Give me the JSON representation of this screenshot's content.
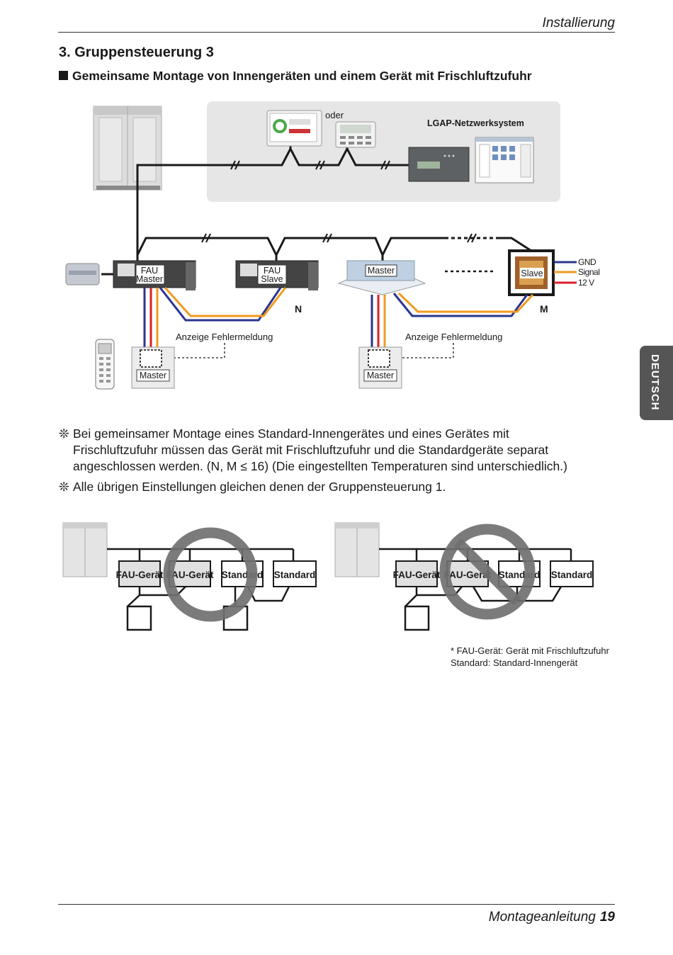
{
  "header": {
    "title": "Installierung"
  },
  "section": {
    "title": "3. Gruppensteuerung 3",
    "subtitle": "Gemeinsame Montage von Innengeräten und einem Gerät mit Frischluftzufuhr"
  },
  "diagram": {
    "oder": "oder",
    "lgap": "LGAP-Netzwerksystem",
    "fau_master": [
      "FAU",
      "Master"
    ],
    "fau_slave": [
      "FAU",
      "Slave"
    ],
    "master": "Master",
    "slave": "Slave",
    "n": "N",
    "m": "M",
    "gnd": "GND",
    "signal": "Signal",
    "v12": "12 V",
    "fehler1": "Anzeige Fehlermeldung",
    "fehler2": "Anzeige Fehlermeldung",
    "remote_master1": "Master",
    "remote_master2": "Master"
  },
  "notes": [
    {
      "mark": "❊",
      "lines": [
        "Bei gemeinsamer Montage eines Standard-Innengerätes und eines Gerätes mit",
        "Frischluftzufuhr müssen das Gerät mit Frischluftzufuhr und die Standardgeräte separat",
        "angeschlossen werden. (N, M ≤ 16) (Die eingestellten Temperaturen sind unterschiedlich.)"
      ]
    },
    {
      "mark": "❊",
      "lines": [
        "Alle übrigen Einstellungen gleichen denen der Gruppensteuerung 1."
      ]
    }
  ],
  "wrong_examples": {
    "left": [
      "FAU-Gerät",
      "FAU-Gerät",
      "Standard",
      "Standard"
    ],
    "right": [
      "FAU-Gerät",
      "FAU-Gerät",
      "Standard",
      "Standard"
    ]
  },
  "legend": {
    "line1": "* FAU-Gerät: Gerät mit Frischluftzufuhr",
    "line2": "Standard: Standard-Innengerät"
  },
  "footer": {
    "title": "Montageanleitung",
    "page": "19"
  },
  "side_tab": "DEUTSCH",
  "colors": {
    "gnd": "#2b3590",
    "signal": "#f29a1f",
    "v12": "#d7212a",
    "panel": "#e6e6e6",
    "prohibit": "#707070"
  }
}
